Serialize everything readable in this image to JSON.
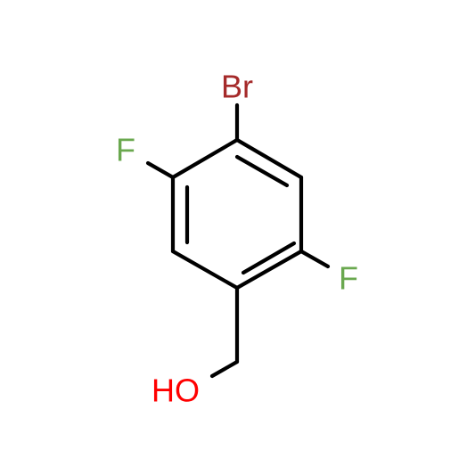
{
  "molecule": {
    "atoms": {
      "bromine": {
        "text": "Br",
        "color": "#a52a2a"
      },
      "fluorine_upper": {
        "text": "F",
        "color": "#6aa84f"
      },
      "fluorine_lower": {
        "text": "F",
        "color": "#6aa84f"
      },
      "hydroxyl": {
        "text": "HO",
        "color": "#ff0000"
      }
    },
    "bond_color": "#000000"
  }
}
